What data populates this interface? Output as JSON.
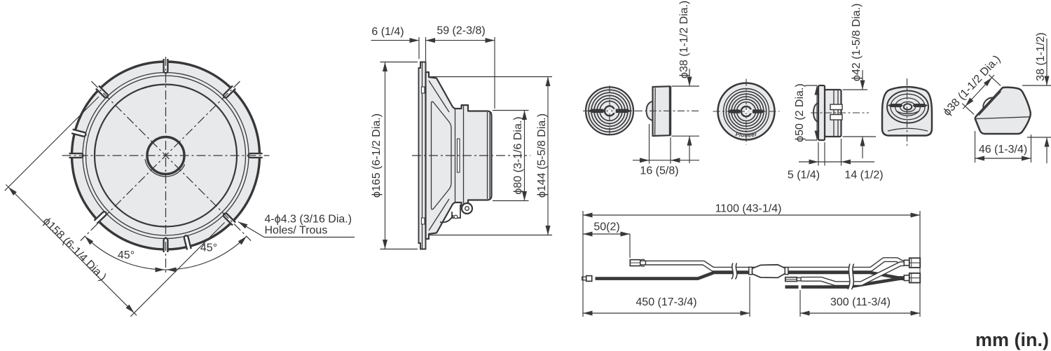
{
  "drawing": {
    "units_note": "mm (in.)",
    "woofer": {
      "front": {
        "bolt_circle_dia": "ϕ158 (6-1/4 Dia.)",
        "angle_left": "45°",
        "angle_right": "45°",
        "holes_note_1": "4-ϕ4.3 (3/16 Dia.)",
        "holes_note_2": "Holes/ Trous"
      },
      "side": {
        "flange_thickness": "6 (1/4)",
        "mounting_depth": "59 (2-3/8)",
        "frame_dia": "ϕ165 (6-1/2 Dia.)",
        "magnet_dia": "ϕ80 (3-1/6 Dia.)",
        "cutout_dia": "ϕ144 (5-5/8 Dia.)"
      }
    },
    "tweeter_flush": {
      "dia": "ϕ38 (1-1/2 Dia.)",
      "depth": "16 (5/8)"
    },
    "tweeter_surface": {
      "brand": "Pioneer",
      "flange_dia": "ϕ50 (2 Dia.)",
      "body_dia": "ϕ42 (1-5/8 Dia.)",
      "flange_thickness": "5 (1/4)",
      "body_depth": "14 (1/2)"
    },
    "tweeter_angle": {
      "dia": "ϕ38 (1-1/2 Dia.)",
      "height": "38 (1-1/2)",
      "width": "46 (1-3/4)"
    },
    "harness": {
      "total_length": "1100 (43-1/4)",
      "lead_offset": "50(2)",
      "woofer_section": "450 (17-3/4)",
      "tweeter_section": "300 (11-3/4)"
    }
  }
}
